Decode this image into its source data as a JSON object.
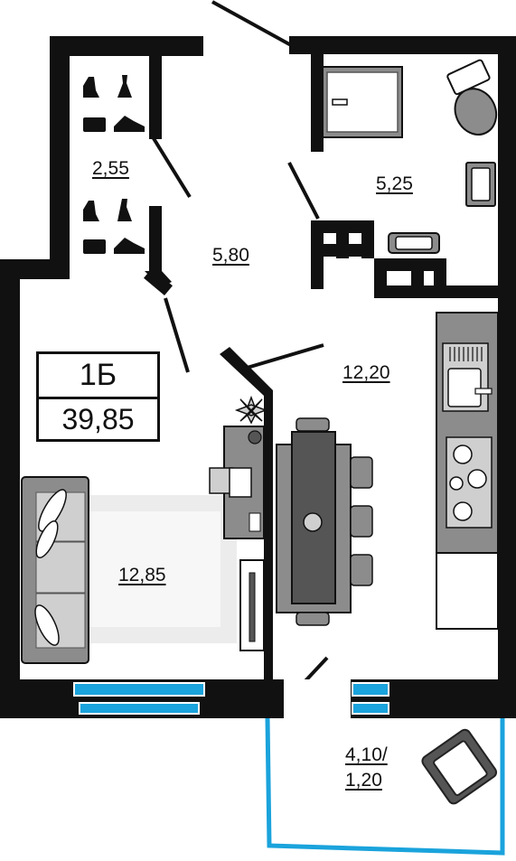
{
  "apartment": {
    "type": "1Б",
    "total_area": "39,85"
  },
  "rooms": {
    "wardrobe": "2,55",
    "bathroom": "5,25",
    "hallway": "5,80",
    "kitchen": "12,20",
    "bedroom": "12,85",
    "balcony_line1": "4,10/",
    "balcony_line2": "1,20"
  },
  "colors": {
    "wall": "#111111",
    "window": "#1aa3dc",
    "furniture_dark": "#555555",
    "furniture_mid": "#8c8c8c",
    "furniture_light": "#cfcfcf",
    "rug": "#ececec"
  }
}
